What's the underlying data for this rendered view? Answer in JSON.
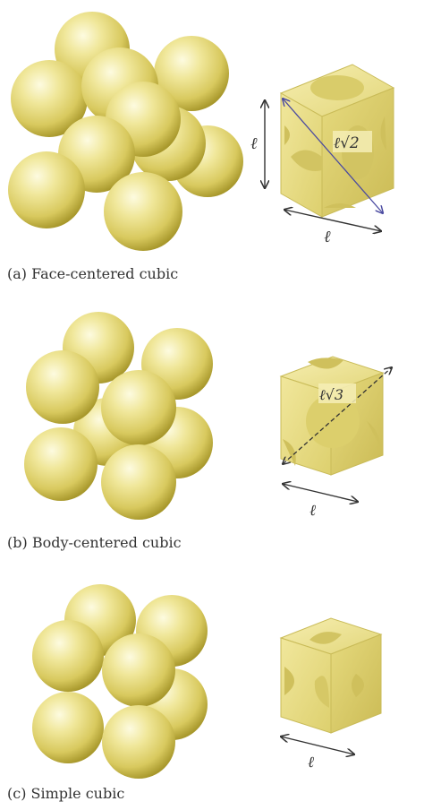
{
  "panels": [
    {
      "caption": "(a) Face-centered cubic",
      "edge_label": "ℓ",
      "diag_label": "ℓ√2"
    },
    {
      "caption": "(b) Body-centered cubic",
      "edge_label": "ℓ",
      "diag_label": "ℓ√3"
    },
    {
      "caption": "(c) Simple cubic",
      "edge_label": "ℓ"
    }
  ],
  "colors": {
    "sphere_light": "#fbf7c6",
    "sphere_mid": "#e8dd78",
    "sphere_dark": "#a89a2e",
    "cube_face": "#ebe08f",
    "cube_shadow": "#c8b95a",
    "arrow": "#333333",
    "diag_arrow": "#4a4aa0"
  }
}
